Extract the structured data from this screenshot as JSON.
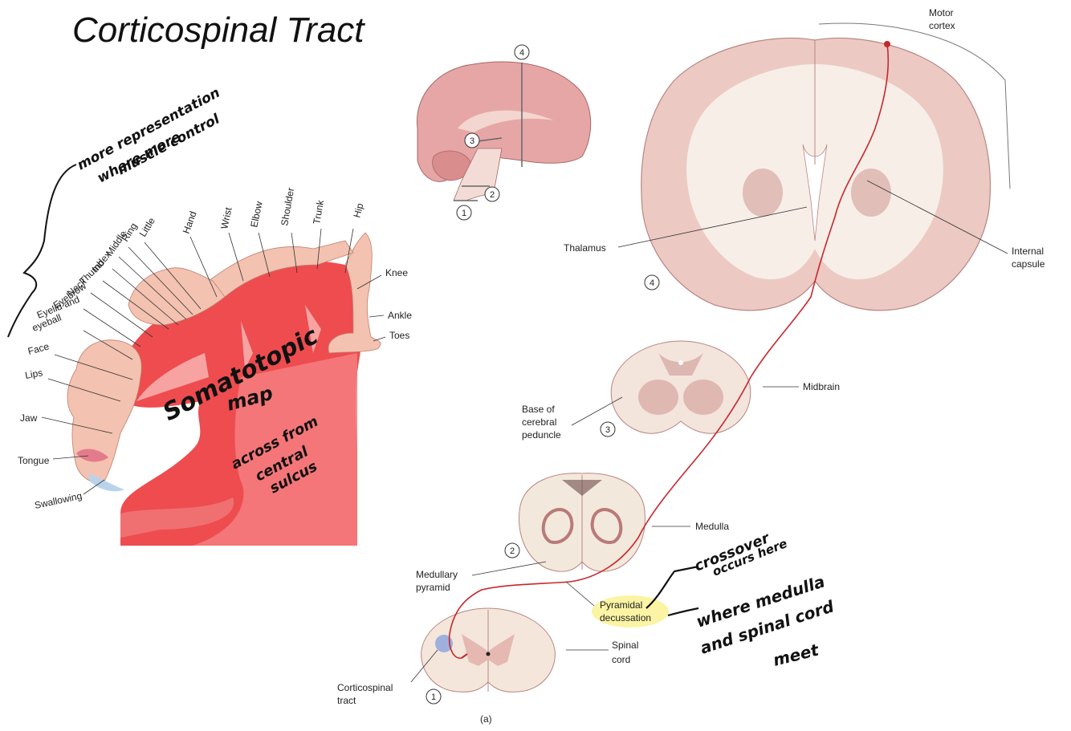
{
  "title": "Corticospinal Tract",
  "homunculus": {
    "labels": {
      "hip": "Hip",
      "trunk": "Trunk",
      "shoulder": "Shoulder",
      "elbow": "Elbow",
      "wrist": "Wrist",
      "hand": "Hand",
      "little": "Little",
      "ring": "Ring",
      "middle": "Middle",
      "index": "Index",
      "thumb": "Thumb",
      "neck": "Neck",
      "eyebrow": "Eyebrow",
      "eyelid_1": "Eyelid and",
      "eyelid_2": "eyeball",
      "face": "Face",
      "lips": "Lips",
      "jaw": "Jaw",
      "tongue": "Tongue",
      "swallowing": "Swallowing",
      "knee": "Knee",
      "ankle": "Ankle",
      "toes": "Toes"
    }
  },
  "pathway": {
    "labels": {
      "motor_cortex_1": "Motor",
      "motor_cortex_2": "cortex",
      "thalamus": "Thalamus",
      "internal_capsule_1": "Internal",
      "internal_capsule_2": "capsule",
      "midbrain": "Midbrain",
      "base_1": "Base of",
      "base_2": "cerebral",
      "base_3": "peduncle",
      "medulla": "Medulla",
      "pyramid_1": "Medullary",
      "pyramid_2": "pyramid",
      "decussation_1": "Pyramidal",
      "decussation_2": "decussation",
      "spinal_1": "Spinal",
      "spinal_2": "cord",
      "cst_1": "Corticospinal",
      "cst_2": "tract",
      "panel": "(a)"
    },
    "section_numbers": [
      "1",
      "2",
      "3",
      "4"
    ]
  },
  "annotations": {
    "more_rep_1": "more representation",
    "more_rep_2": "where more",
    "more_rep_3": "muscle control",
    "somato_1": "Somatotopic",
    "somato_2": "map",
    "across_1": "across from",
    "across_2": "central",
    "across_3": "sulcus",
    "crossover_1": "crossover",
    "crossover_2": "occurs here",
    "where_1": "where medulla",
    "where_2": "and spinal cord",
    "where_3": "meet"
  },
  "colors": {
    "cortex_red": "#ee4c4f",
    "cortex_light": "#f6a3a2",
    "brain_tissue": "#f3dcd6",
    "brain_gray": "#d8a9a4",
    "tract_line": "#c8262c",
    "highlight": "#fbf39a",
    "corticospinal_dot": "#8fa6dd"
  }
}
